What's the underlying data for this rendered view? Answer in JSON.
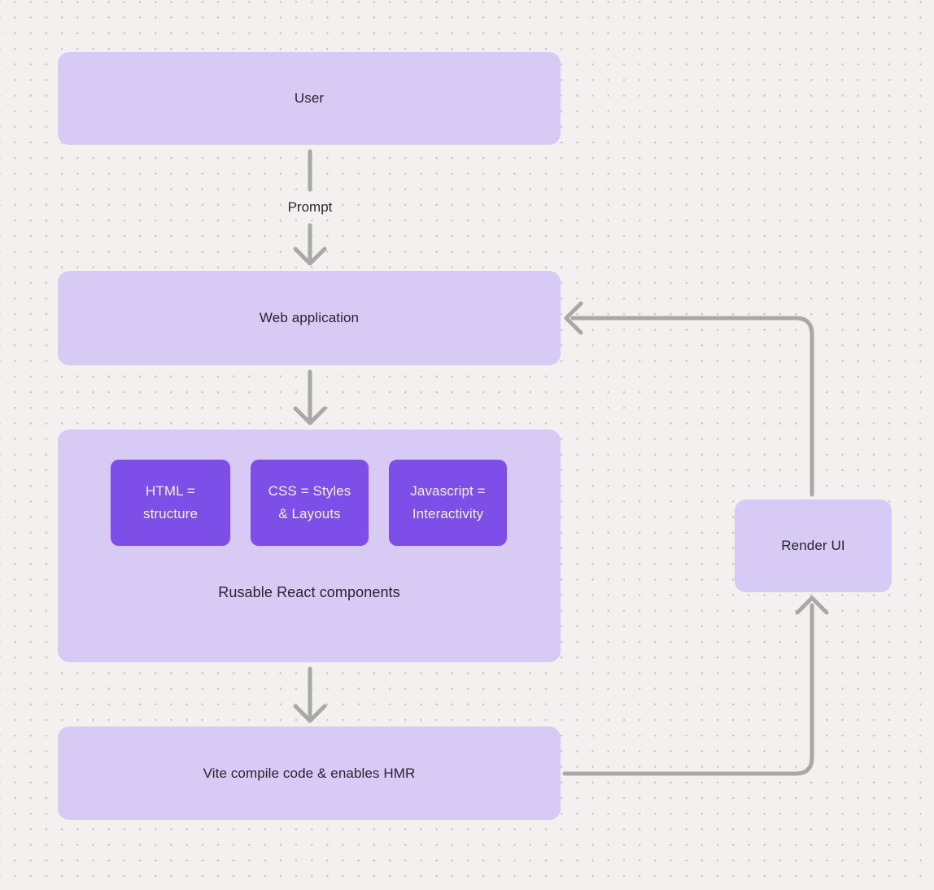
{
  "diagram": {
    "nodes": {
      "user": {
        "label": "User"
      },
      "web_application": {
        "label": "Web application"
      },
      "components_group": {
        "chips": [
          {
            "label": "HTML = structure"
          },
          {
            "label": "CSS = Styles & Layouts"
          },
          {
            "label": "Javascript = Interactivity"
          }
        ],
        "caption": "Rusable React components"
      },
      "vite": {
        "label": "Vite compile code & enables HMR"
      },
      "render_ui": {
        "label": "Render UI"
      }
    },
    "edges": {
      "user_to_webapp_label": "Prompt"
    },
    "colors": {
      "canvas_background": "#f2f1ef",
      "grid_dot": "#c9c6c3",
      "node_fill": "#d7caf5",
      "chip_fill": "#7d4fe8",
      "chip_text": "#f4efff",
      "node_text": "#27242e",
      "arrow": "#a8a8a8"
    }
  }
}
